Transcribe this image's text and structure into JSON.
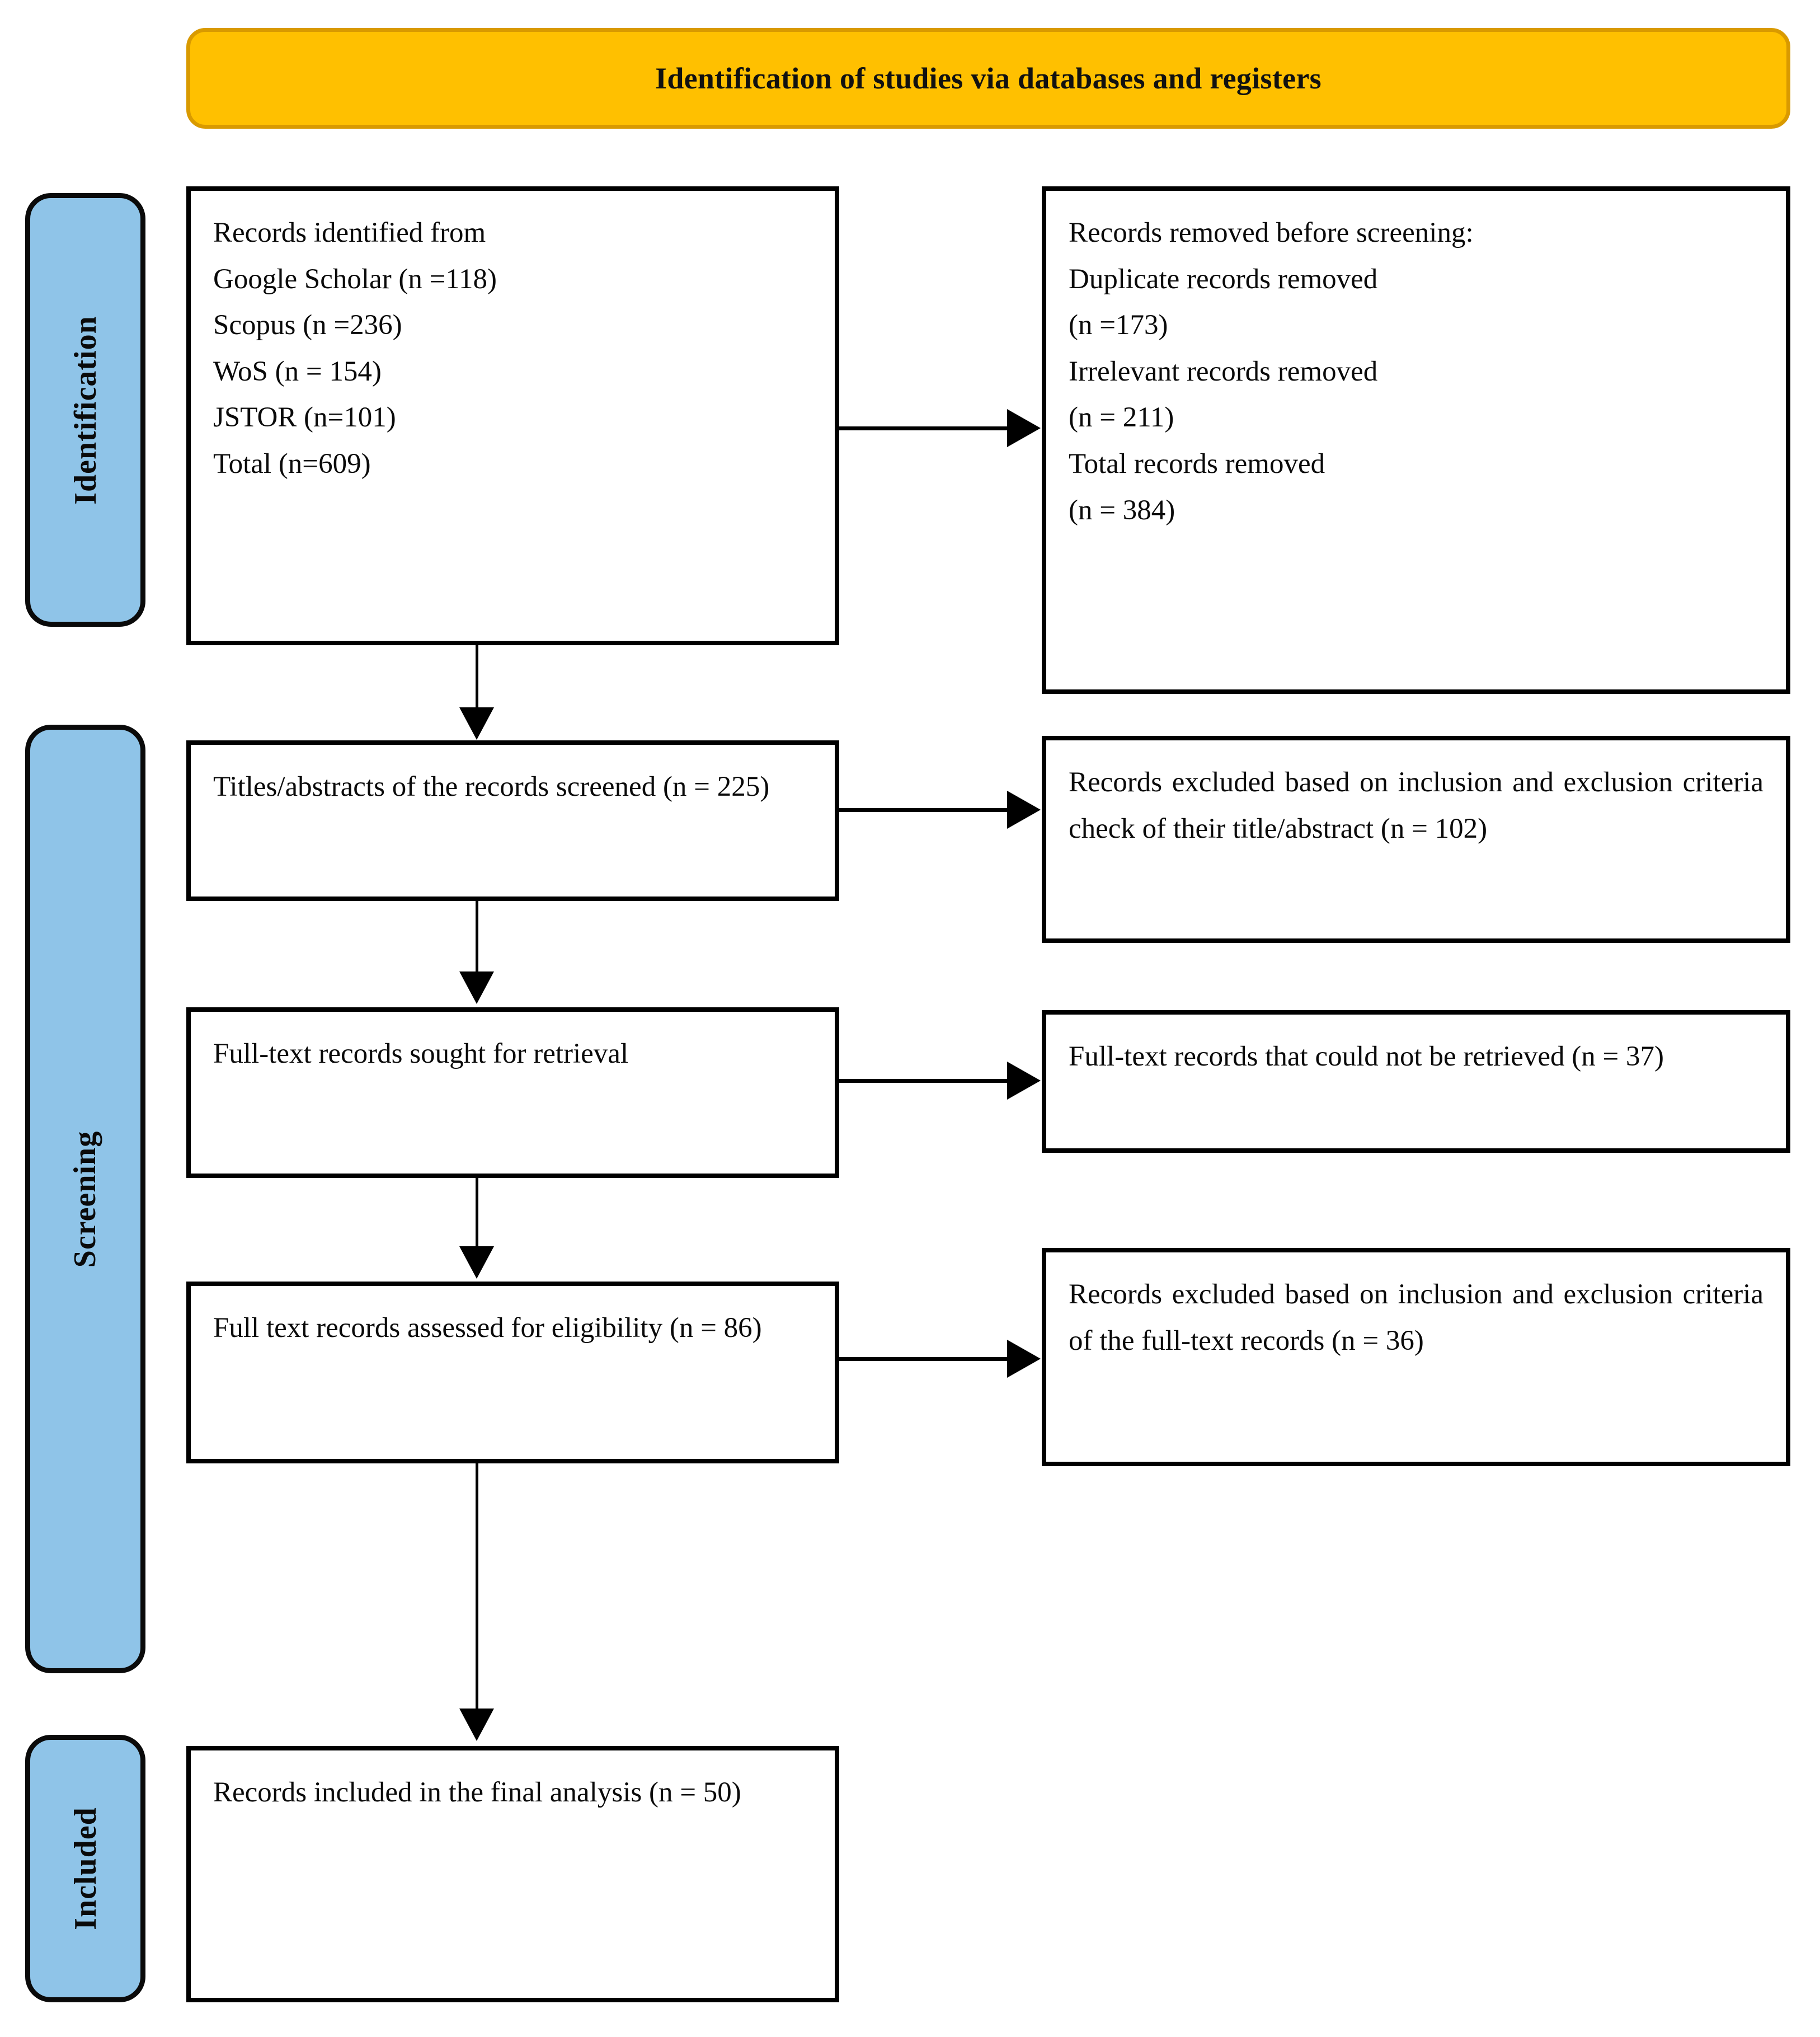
{
  "header": {
    "title": "Identification of studies via databases and registers",
    "fill_color": "#FFC000",
    "border_color": "#D99A00"
  },
  "stages": [
    {
      "id": "identification",
      "label": "Identification",
      "fill_color": "#8FC4E8"
    },
    {
      "id": "screening",
      "label": "Screening",
      "fill_color": "#8FC4E8"
    },
    {
      "id": "included",
      "label": "Included",
      "fill_color": "#8FC4E8"
    }
  ],
  "boxes": {
    "identified": {
      "lines": [
        "Records identified from",
        "Google Scholar (n =118)",
        "Scopus (n =236)",
        "WoS (n = 154)",
        "JSTOR (n=101)",
        "Total (n=609)"
      ]
    },
    "removed_before_screening": {
      "lines": [
        "Records removed before screening:",
        "Duplicate records removed",
        "(n =173)",
        "Irrelevant records removed",
        "(n = 211)",
        "Total records removed",
        "(n = 384)"
      ]
    },
    "titles_screened": {
      "text": "Titles/abstracts of the records screened (n = 225)"
    },
    "excluded_title_abstract": {
      "text": "Records excluded based on inclusion and exclusion criteria check of their ti­tle/abstract (n = 102)"
    },
    "fulltext_sought": {
      "text": "Full-text records sought for re­trieval"
    },
    "fulltext_not_retrieved": {
      "text": "Full-text records that could not be re­trieved (n = 37)"
    },
    "fulltext_assessed": {
      "text": "Full text records assessed for eli­gibility (n = 86)"
    },
    "excluded_fulltext": {
      "text": "Records excluded based on inclusion and exclusion criteria of the full-text records (n = 36)"
    },
    "included_final": {
      "text": "Records included in the final analysis (n = 50)"
    }
  },
  "chart_data": {
    "type": "diagram",
    "title": "Identification of studies via databases and registers",
    "stages": [
      "Identification",
      "Screening",
      "Included"
    ],
    "nodes": [
      {
        "id": "identified",
        "stage": "Identification",
        "side": "left",
        "n": 609
      },
      {
        "id": "removed_before_screening",
        "stage": "Identification",
        "side": "right",
        "n": 384
      },
      {
        "id": "titles_screened",
        "stage": "Screening",
        "side": "left",
        "n": 225
      },
      {
        "id": "excluded_title_abstract",
        "stage": "Screening",
        "side": "right",
        "n": 102
      },
      {
        "id": "fulltext_sought",
        "stage": "Screening",
        "side": "left",
        "n": null
      },
      {
        "id": "fulltext_not_retrieved",
        "stage": "Screening",
        "side": "right",
        "n": 37
      },
      {
        "id": "fulltext_assessed",
        "stage": "Screening",
        "side": "left",
        "n": 86
      },
      {
        "id": "excluded_fulltext",
        "stage": "Screening",
        "side": "right",
        "n": 36
      },
      {
        "id": "included_final",
        "stage": "Included",
        "side": "left",
        "n": 50
      }
    ],
    "sources": [
      {
        "name": "Google Scholar",
        "n": 118
      },
      {
        "name": "Scopus",
        "n": 236
      },
      {
        "name": "WoS",
        "n": 154
      },
      {
        "name": "JSTOR",
        "n": 101
      },
      {
        "name": "Total",
        "n": 609
      }
    ],
    "removals": [
      {
        "name": "Duplicate records removed",
        "n": 173
      },
      {
        "name": "Irrelevant records removed",
        "n": 211
      },
      {
        "name": "Total records removed",
        "n": 384
      }
    ],
    "edges": [
      {
        "from": "identified",
        "to": "removed_before_screening",
        "direction": "right"
      },
      {
        "from": "identified",
        "to": "titles_screened",
        "direction": "down"
      },
      {
        "from": "titles_screened",
        "to": "excluded_title_abstract",
        "direction": "right"
      },
      {
        "from": "titles_screened",
        "to": "fulltext_sought",
        "direction": "down"
      },
      {
        "from": "fulltext_sought",
        "to": "fulltext_not_retrieved",
        "direction": "right"
      },
      {
        "from": "fulltext_sought",
        "to": "fulltext_assessed",
        "direction": "down"
      },
      {
        "from": "fulltext_assessed",
        "to": "excluded_fulltext",
        "direction": "right"
      },
      {
        "from": "fulltext_assessed",
        "to": "included_final",
        "direction": "down"
      }
    ]
  }
}
